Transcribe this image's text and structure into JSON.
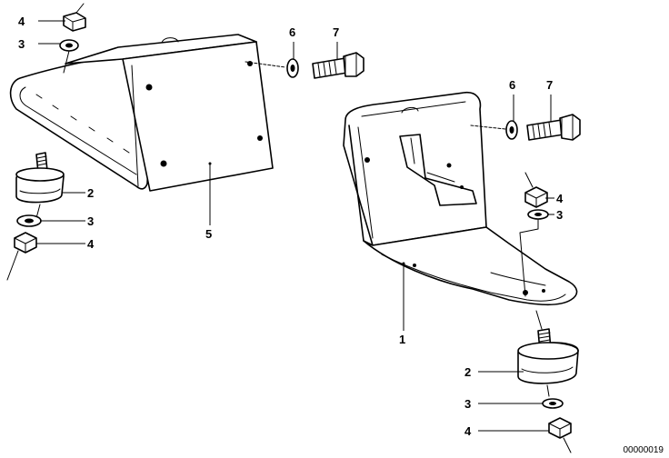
{
  "diagram": {
    "drawing_number": "00000019",
    "colors": {
      "ink": "#000000",
      "paper": "#ffffff"
    },
    "callouts": {
      "left_nut_top": "4",
      "left_washer_top": "3",
      "left_mount": "2",
      "left_washer_bottom": "3",
      "left_nut_bottom": "4",
      "left_bracket": "5",
      "top_spring_washer_left": "6",
      "top_bolt_left": "7",
      "top_spring_washer_right": "6",
      "top_bolt_right": "7",
      "right_nut_upper": "4",
      "right_washer_upper": "3",
      "right_bracket": "1",
      "right_mount": "2",
      "right_washer_lower": "3",
      "right_nut_lower": "4"
    }
  }
}
